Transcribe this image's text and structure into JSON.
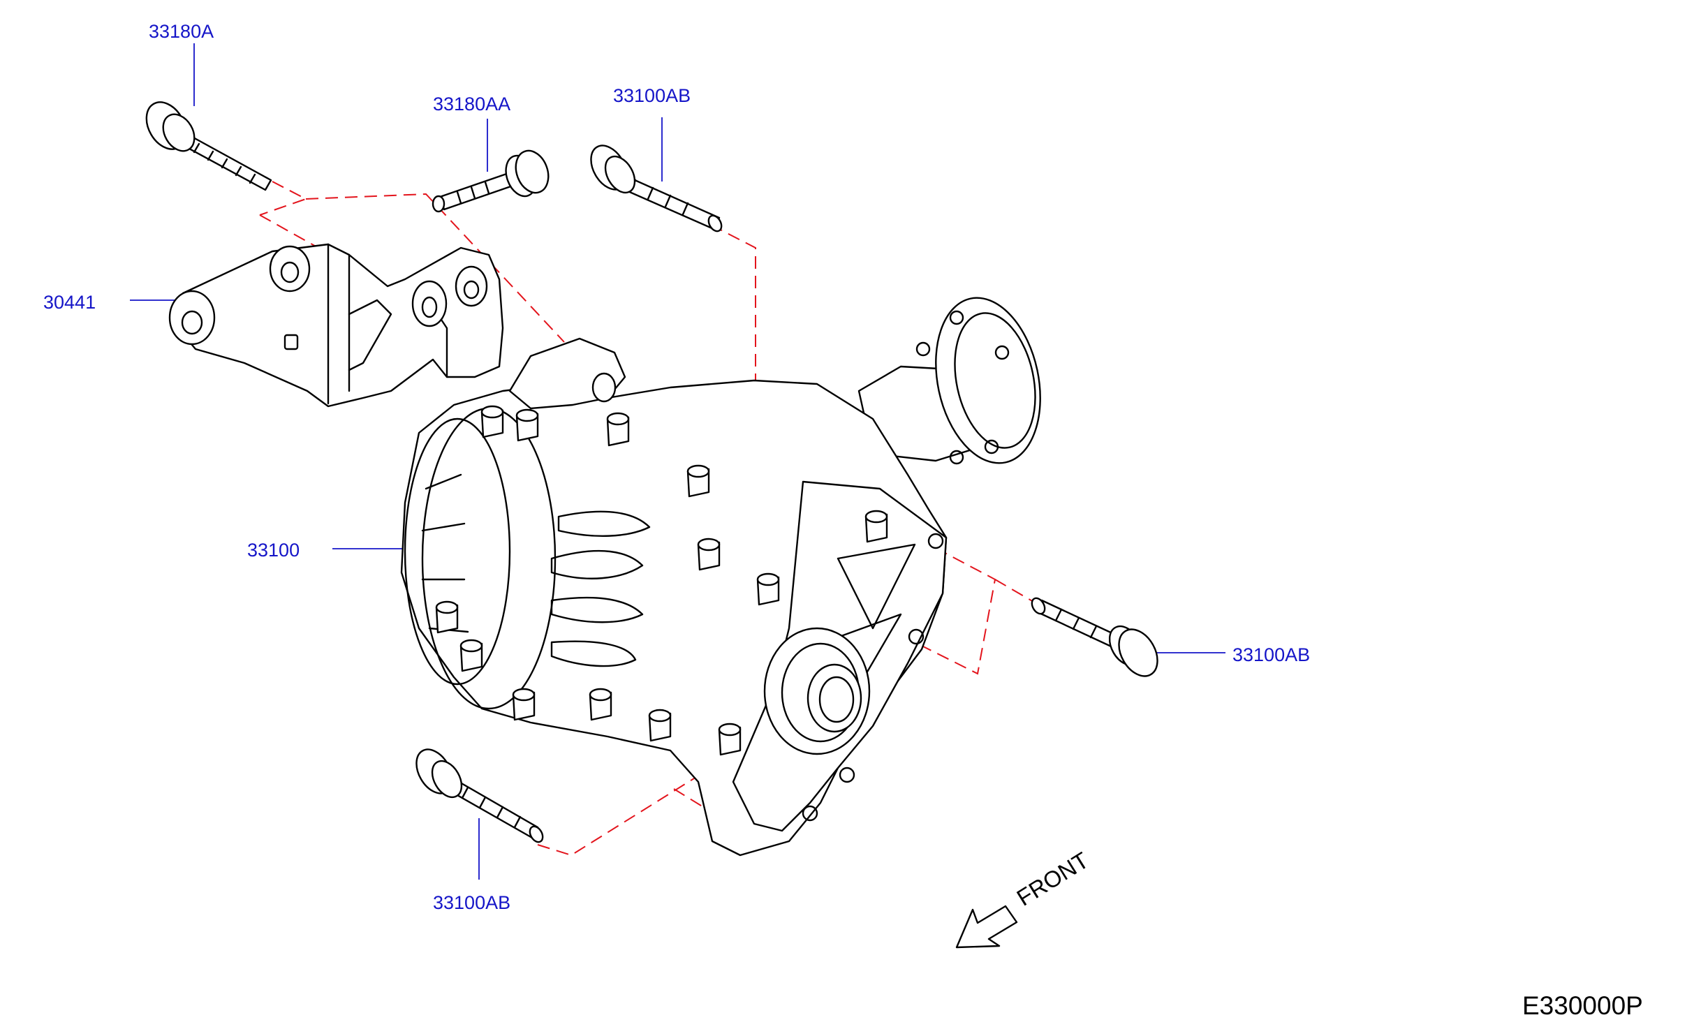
{
  "labels": {
    "bolt_top_left": "33180A",
    "bolt_top_middle": "33180AA",
    "bolt_top_right": "33100AB",
    "bracket": "30441",
    "differential": "33100",
    "bolt_right": "33100AB",
    "bolt_bottom": "33100AB"
  },
  "front_label": "FRONT",
  "diagram_code": "E330000P",
  "colors": {
    "callout_text": "#1515c8",
    "leader_line": "#1515c8",
    "assembly_dash": "#e3141c",
    "outline": "#000000"
  }
}
